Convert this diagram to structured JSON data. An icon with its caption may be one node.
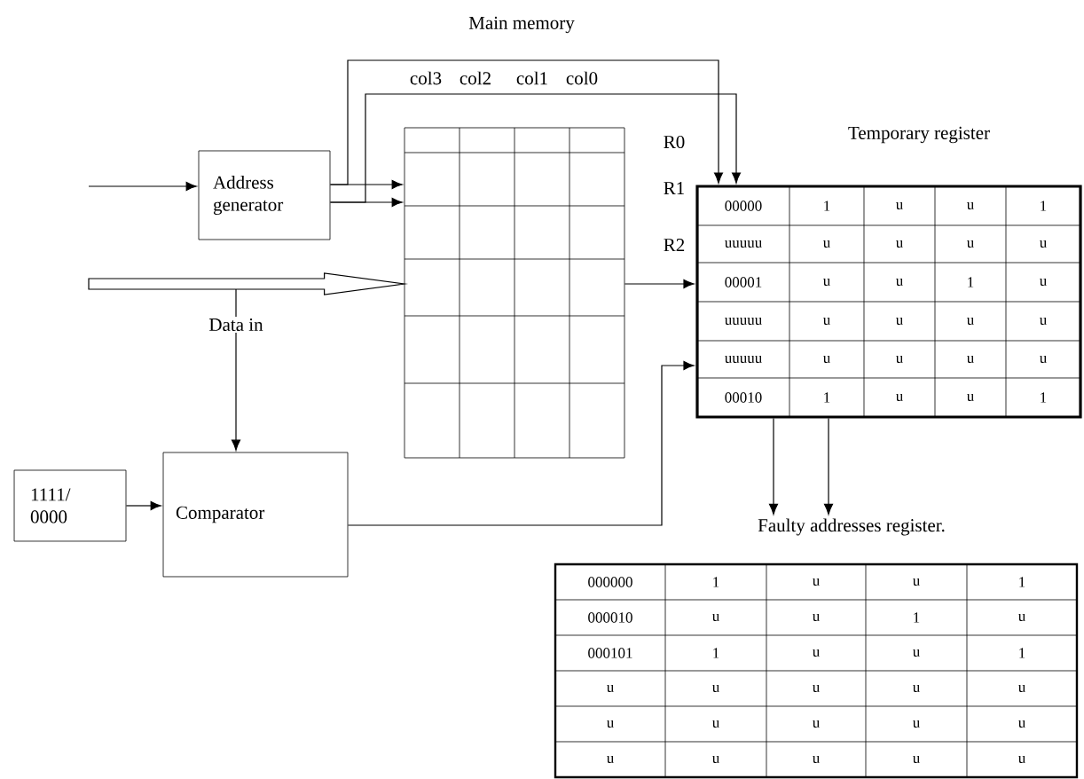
{
  "diagram": {
    "nodes": [
      {
        "text": [
          "Address generator"
        ]
      },
      {
        "text": [],
        "shape": "box"
      },
      {
        "text": [
          "Temporary register"
        ]
      },
      {
        "text": [
          "1111/ 0000"
        ]
      },
      {
        "text": [
          "Comparator"
        ]
      },
      {
        "text": [
          "Faulty addresses register."
        ]
      }
    ],
    "edges": [
      {
        "from": null,
        "to": 0,
        "arrow": "to"
      },
      {
        "from": 0,
        "to": 1,
        "arrow": "to"
      },
      {
        "from": 0,
        "to": 1,
        "arrow": "to"
      },
      {
        "from": 0,
        "to": 2,
        "arrow": "to"
      },
      {
        "from": 0,
        "to": 2,
        "arrow": "to"
      },
      {
        "from": null,
        "to": 1,
        "arrow": "to",
        "style": "thick"
      },
      {
        "from": null,
        "to": 4,
        "arrow": "to",
        "label": "Data in"
      },
      {
        "from": 1,
        "to": 2,
        "arrow": "to"
      },
      {
        "from": 3,
        "to": 4,
        "arrow": "to"
      },
      {
        "from": 4,
        "to": 2,
        "arrow": "to"
      },
      {
        "from": 2,
        "to": 5,
        "arrow": "to"
      },
      {
        "from": 2,
        "to": 5,
        "arrow": "to"
      }
    ],
    "labels": [
      "Main memory",
      "col3",
      "col2",
      "col1",
      "col0",
      "R0",
      "R1",
      "R2",
      "00000",
      "1",
      "u",
      "u",
      "1",
      "uuuuu",
      "u",
      "u",
      "u",
      "u",
      "00001",
      "u",
      "u",
      "1",
      "u",
      "uuuuu",
      "u",
      "u",
      "u",
      "u",
      "uuuuu",
      "u",
      "u",
      "u",
      "u",
      "00010",
      "1",
      "u",
      "u",
      "1",
      "000000",
      "1",
      "u",
      "u",
      "1",
      "000010",
      "u",
      "u",
      "1",
      "u",
      "000101",
      "1",
      "u",
      "u",
      "1",
      "u",
      "u",
      "u",
      "u",
      "u",
      "u",
      "u",
      "u",
      "u",
      "u",
      "u",
      "u",
      "u",
      "u",
      "u"
    ]
  }
}
